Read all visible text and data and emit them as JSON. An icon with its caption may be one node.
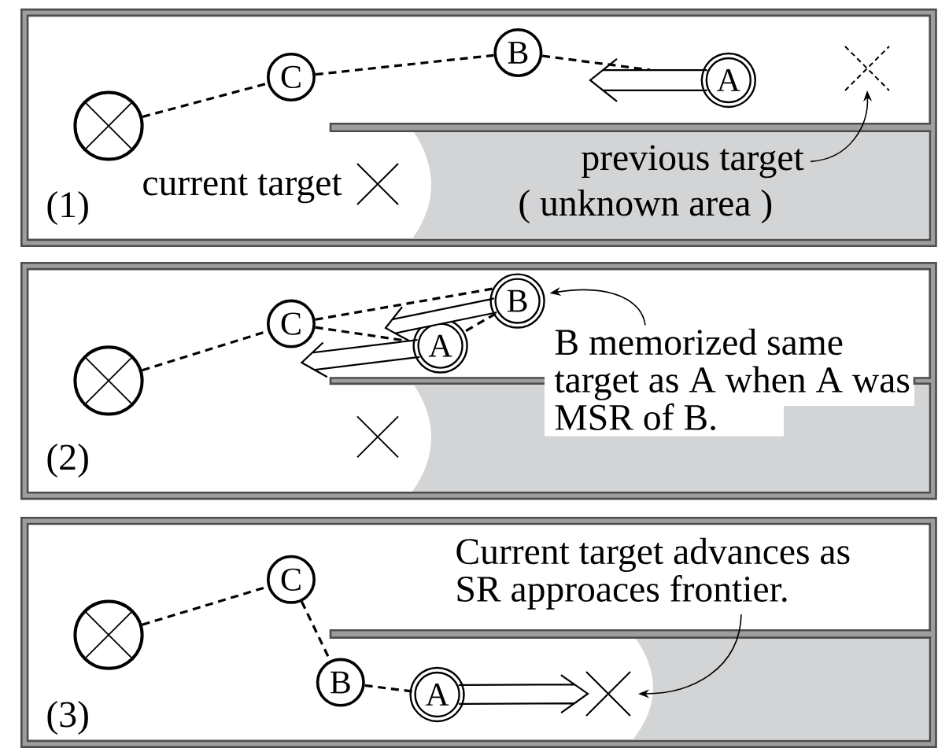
{
  "diagram": {
    "nodes": [
      {
        "text": [
          "(1)"
        ]
      },
      {
        "text": [],
        "shape": "circle",
        "in": 0
      },
      {
        "text": [
          "C"
        ],
        "in": 0
      },
      {
        "text": [
          "B"
        ],
        "in": 0
      },
      {
        "text": [
          "A"
        ],
        "in": 0
      },
      {
        "text": [],
        "shape": "cross",
        "in": 0
      },
      {
        "text": [
          "( unknown area )"
        ],
        "in": 0
      },
      {
        "text": [
          "previous target"
        ],
        "in": 6
      },
      {
        "text": [
          "(2)"
        ]
      },
      {
        "text": [],
        "shape": "circle",
        "in": 8
      },
      {
        "text": [
          "C"
        ],
        "in": 8
      },
      {
        "text": [
          "B"
        ],
        "in": 8
      },
      {
        "text": [
          "A"
        ],
        "in": 8
      },
      {
        "text": [],
        "shape": "region",
        "in": 8
      },
      {
        "text": [
          "B memorized same target as A when A was MSR of B."
        ],
        "in": 8
      },
      {
        "text": [
          "(3)"
        ]
      },
      {
        "text": [],
        "shape": "circle",
        "in": 15
      },
      {
        "text": [
          "C"
        ],
        "in": 15
      },
      {
        "text": [
          "B"
        ],
        "in": 15
      },
      {
        "text": [
          "A"
        ],
        "in": 15
      },
      {
        "text": [],
        "shape": "cross",
        "in": 15
      },
      {
        "text": [],
        "shape": "region",
        "in": 15
      },
      {
        "text": [
          "Current target advances as SR approaces frontier."
        ],
        "in": 15
      }
    ],
    "edges": [
      {
        "from": 1,
        "to": 2,
        "arrow": "none",
        "style": "dashed"
      },
      {
        "from": 2,
        "to": 3,
        "arrow": "none",
        "style": "dashed"
      },
      {
        "from": 3,
        "to": 4,
        "arrow": "none",
        "style": "dashed"
      },
      {
        "from": 4,
        "to": null,
        "arrow": "to",
        "style": "thick"
      },
      {
        "from": 7,
        "to": 5,
        "arrow": "to"
      },
      {
        "from": 9,
        "to": 10,
        "arrow": "none",
        "style": "dashed"
      },
      {
        "from": 10,
        "to": 11,
        "arrow": "none",
        "style": "dashed"
      },
      {
        "from": 10,
        "to": 12,
        "arrow": "none",
        "style": "dashed"
      },
      {
        "from": 11,
        "to": 12,
        "arrow": "none",
        "style": "dashed"
      },
      {
        "from": 11,
        "to": null,
        "arrow": "to",
        "style": "thick"
      },
      {
        "from": 12,
        "to": null,
        "arrow": "to",
        "style": "thick"
      },
      {
        "from": 14,
        "to": 11,
        "arrow": "to"
      },
      {
        "from": 16,
        "to": 17,
        "arrow": "none",
        "style": "dashed"
      },
      {
        "from": 17,
        "to": 18,
        "arrow": "none",
        "style": "dashed"
      },
      {
        "from": 18,
        "to": 19,
        "arrow": "none",
        "style": "dashed"
      },
      {
        "from": 19,
        "to": 20,
        "arrow": "to",
        "style": "thick"
      },
      {
        "from": 22,
        "to": 20,
        "arrow": "to"
      }
    ],
    "labels": [
      "current target"
    ]
  }
}
